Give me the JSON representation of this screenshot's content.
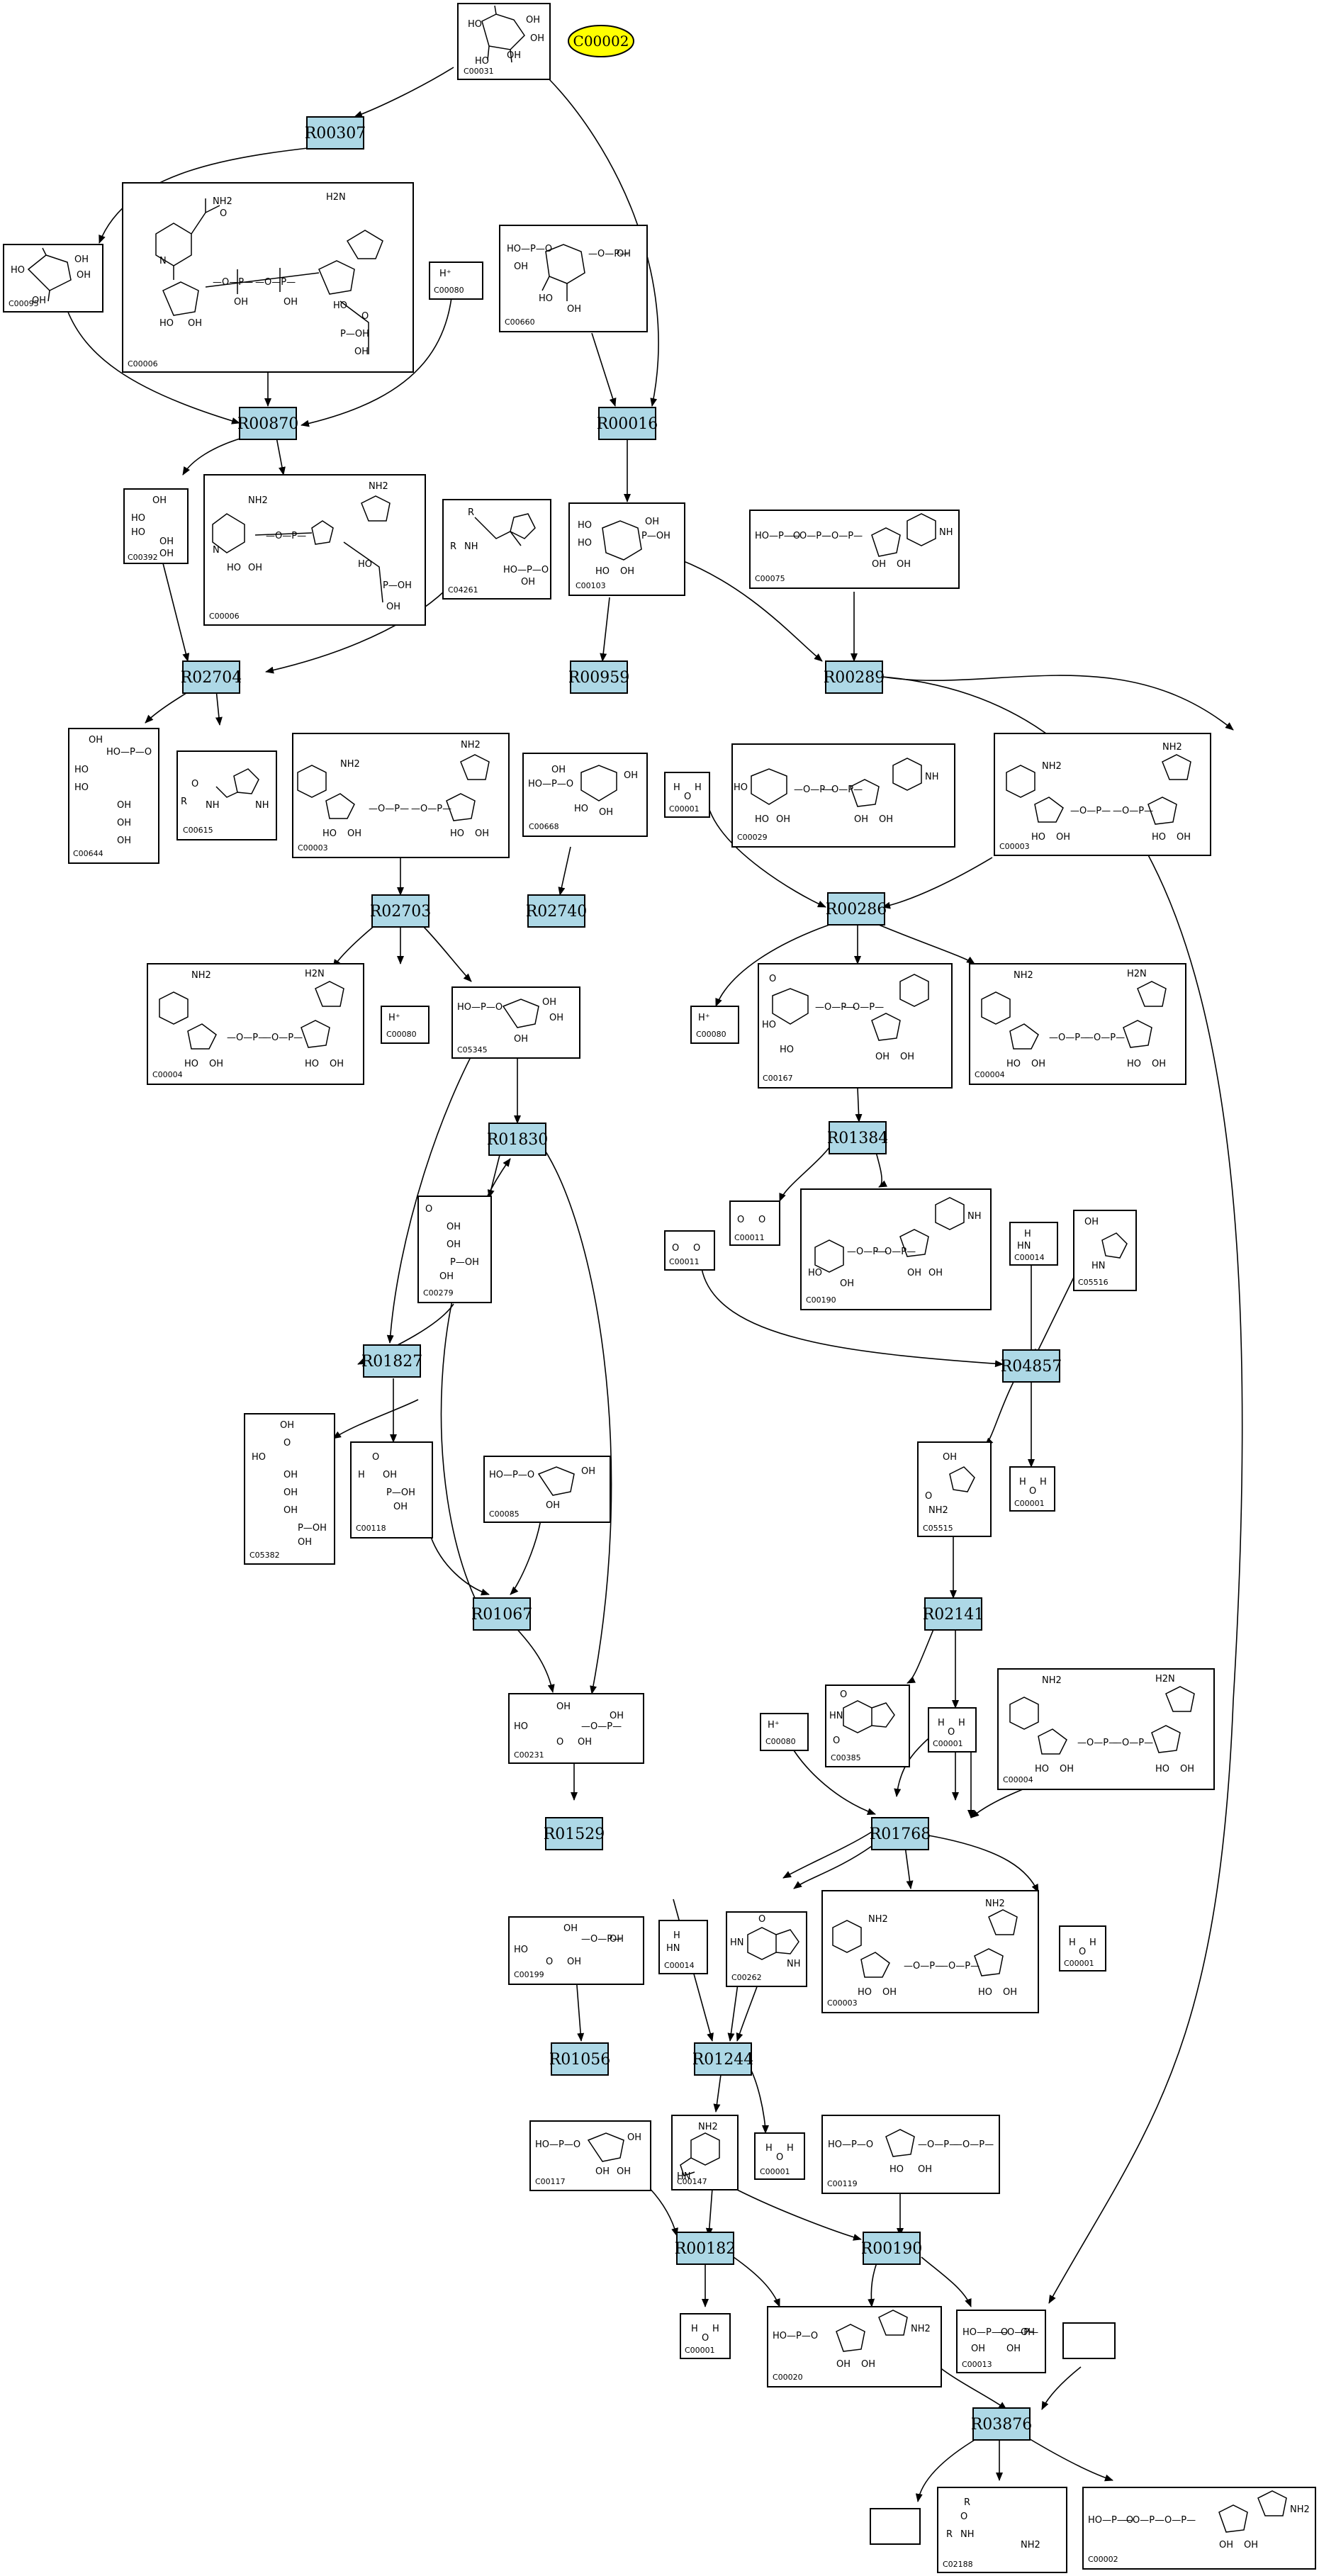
{
  "start_node": {
    "label": "C00002"
  },
  "reactions": {
    "R00307": "R00307",
    "R00870": "R00870",
    "R00016": "R00016",
    "R02704": "R02704",
    "R00959": "R00959",
    "R00289": "R00289",
    "R02703": "R02703",
    "R02740": "R02740",
    "R00286": "R00286",
    "R01830": "R01830",
    "R01384": "R01384",
    "R01827": "R01827",
    "R04857": "R04857",
    "R01067": "R01067",
    "R02141": "R02141",
    "R01529": "R01529",
    "R01768": "R01768",
    "R01056": "R01056",
    "R01244": "R01244",
    "R00182": "R00182",
    "R00190": "R00190",
    "R03876": "R03876"
  },
  "compounds": {
    "C00031": "C00031",
    "C00095": "C00095",
    "C00006_top": "C00006",
    "C00080_top": "C00080",
    "C00660": "C00660",
    "C00392": "C00392",
    "C00006": "C00006",
    "C04261": "C04261",
    "C00103": "C00103",
    "C00075": "C00075",
    "C00644": "C00644",
    "C00615": "C00615",
    "C00003_a": "C00003",
    "C00668": "C00668",
    "C00001_a": "C00001",
    "C00029": "C00029",
    "C00003_b": "C00003",
    "C00004_a": "C00004",
    "C00080_a": "C00080",
    "C05345": "C05345",
    "C00080_b": "C00080",
    "C00167": "C00167",
    "C00004_b": "C00004",
    "C00279": "C00279",
    "C00011_a": "C00011",
    "C00190": "C00190",
    "C00011_b": "C00011",
    "C00014_a": "C00014",
    "C05516": "C05516",
    "C05382": "C05382",
    "C00118": "C00118",
    "C00085": "C00085",
    "C05515": "C05515",
    "C00001_b": "C00001",
    "C00080_c": "C00080",
    "C00385": "C00385",
    "C00001_c": "C00001",
    "C00004_c": "C00004",
    "C00231": "C00231",
    "C00199": "C00199",
    "C00014_b": "C00014",
    "C00262": "C00262",
    "C00003_c": "C00003",
    "C00001_d": "C00001",
    "C00117": "C00117",
    "C00147": "C00147",
    "C00001_e": "C00001",
    "C00119": "C00119",
    "C00001_f": "C00001",
    "C00020": "C00020",
    "C00013": "C00013",
    "C02188": "C02188",
    "C00002": "C00002"
  },
  "atoms": {
    "OH": "OH",
    "HO": "HO",
    "O": "O",
    "N": "N",
    "NH": "NH",
    "NH2": "NH2",
    "H2N": "H2N",
    "P": "P",
    "R": "R",
    "Hplus": "H⁺",
    "H": "H",
    "HN": "HN",
    "OP": "—O—P—",
    "POH": "P—OH",
    "HOPO": "HO—P—O",
    "ribose_oh": "OH   OH"
  }
}
